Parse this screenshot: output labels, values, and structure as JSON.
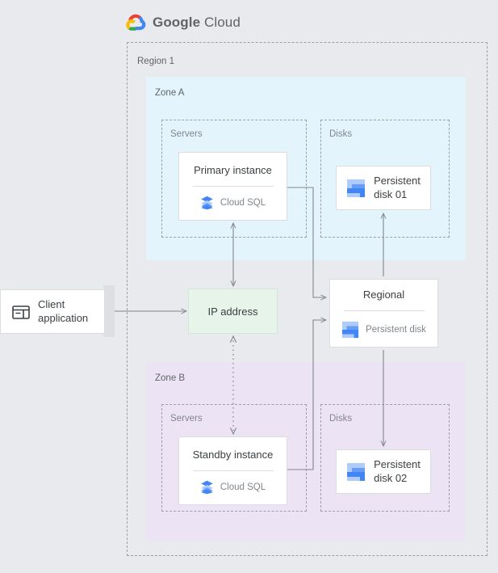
{
  "header": {
    "logo_icon": "google-cloud-logo-icon",
    "brand_bold": "Google",
    "brand_light": "Cloud"
  },
  "region": {
    "label": "Region 1"
  },
  "zones": [
    {
      "id": "zone-a",
      "label": "Zone A",
      "color": "#e4f4fd"
    },
    {
      "id": "zone-b",
      "label": "Zone B",
      "color": "#ece4f5"
    }
  ],
  "subgroups": {
    "servers_a": "Servers",
    "disks_a": "Disks",
    "servers_b": "Servers",
    "disks_b": "Disks"
  },
  "nodes": {
    "primary_instance": {
      "title": "Primary instance",
      "sub": "Cloud SQL",
      "icon": "cloud-sql-icon"
    },
    "standby_instance": {
      "title": "Standby instance",
      "sub": "Cloud SQL",
      "icon": "cloud-sql-icon"
    },
    "disk_01": {
      "line1": "Persistent",
      "line2": "disk 01",
      "icon": "persistent-disk-icon"
    },
    "disk_02": {
      "line1": "Persistent",
      "line2": "disk 02",
      "icon": "persistent-disk-icon"
    },
    "regional_disk": {
      "title": "Regional",
      "sub": "Persistent disk",
      "icon": "persistent-disk-icon"
    },
    "ip_address": {
      "label": "IP address"
    },
    "client_application": {
      "line1": "Client",
      "line2": "application",
      "icon": "client-window-icon"
    }
  },
  "colors": {
    "zone_a_bg": "#e4f4fd",
    "zone_b_bg": "#ece4f5",
    "ip_bg": "#e6f4ea",
    "ip_border": "#ceead6",
    "page_bg": "#e8eaed",
    "card_border": "#dadce0",
    "dash_border": "#9aa0a6",
    "text_primary": "#3c4043",
    "text_muted": "#80868b",
    "accent_blue": "#4285f4",
    "accent_blue_light": "#aecbfa",
    "connector": "#80868b",
    "connector_dark": "#3c4043",
    "logo_red": "#ea4335",
    "logo_yellow": "#fbbc04",
    "logo_green": "#34a853",
    "logo_blue": "#4285f4"
  },
  "connectors": [
    {
      "name": "client-to-ip",
      "style": "solid",
      "arrows": "both"
    },
    {
      "name": "primary-to-ip",
      "style": "solid",
      "arrows": "both"
    },
    {
      "name": "ip-to-standby",
      "style": "dotted",
      "arrows": "both"
    },
    {
      "name": "primary-to-regional",
      "style": "solid",
      "arrows": "end"
    },
    {
      "name": "standby-to-regional",
      "style": "solid",
      "arrows": "end"
    },
    {
      "name": "regional-to-disk01",
      "style": "solid",
      "arrows": "end"
    },
    {
      "name": "regional-to-disk02",
      "style": "solid",
      "arrows": "end"
    }
  ]
}
